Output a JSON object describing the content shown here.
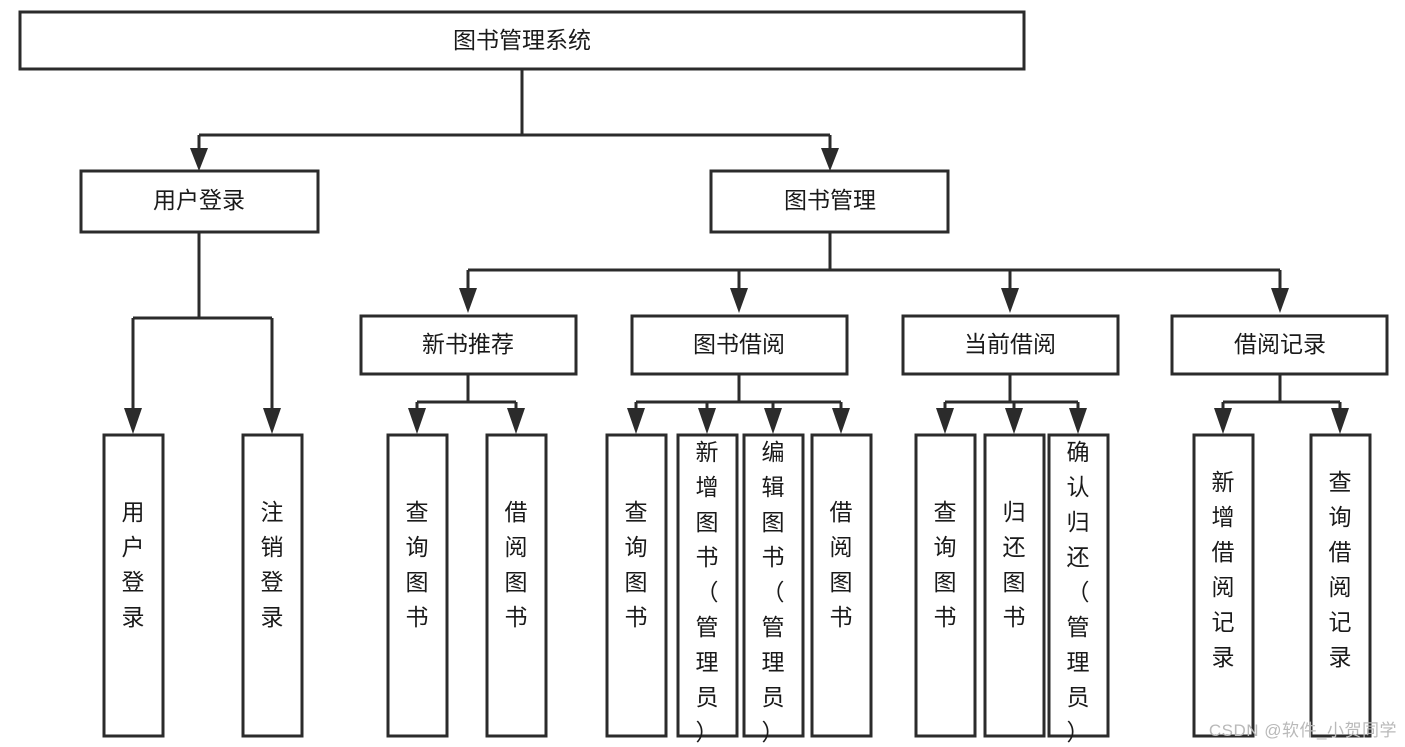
{
  "diagram": {
    "title": "图书管理系统",
    "type": "tree",
    "orientation": "top-down",
    "colors": {
      "background": "#ffffff",
      "box_fill": "#ffffff",
      "box_stroke": "#2b2b2b",
      "text": "#1a1a1a",
      "connector": "#2b2b2b",
      "watermark": "#b9b9b9"
    },
    "root": {
      "id": "root",
      "label": "图书管理系统"
    },
    "level2": [
      {
        "id": "user-login",
        "label": "用户登录"
      },
      {
        "id": "book-manage",
        "label": "图书管理"
      }
    ],
    "level3": [
      {
        "id": "new-book-recommend",
        "label": "新书推荐",
        "parent": "book-manage"
      },
      {
        "id": "book-borrow",
        "label": "图书借阅",
        "parent": "book-manage"
      },
      {
        "id": "current-borrow",
        "label": "当前借阅",
        "parent": "book-manage"
      },
      {
        "id": "borrow-record",
        "label": "借阅记录",
        "parent": "book-manage"
      }
    ],
    "leaves": [
      {
        "id": "leaf-user-login",
        "label": "用户登录",
        "parent": "user-login"
      },
      {
        "id": "leaf-user-logout",
        "label": "注销登录",
        "parent": "user-login"
      },
      {
        "id": "leaf-query-book-1",
        "label": "查询图书",
        "parent": "new-book-recommend"
      },
      {
        "id": "leaf-borrow-book-1",
        "label": "借阅图书",
        "parent": "new-book-recommend"
      },
      {
        "id": "leaf-query-book-2",
        "label": "查询图书",
        "parent": "book-borrow"
      },
      {
        "id": "leaf-add-book",
        "label": "新增图书（管理员）",
        "parent": "book-borrow"
      },
      {
        "id": "leaf-edit-book",
        "label": "编辑图书（管理员）",
        "parent": "book-borrow"
      },
      {
        "id": "leaf-borrow-book-2",
        "label": "借阅图书",
        "parent": "book-borrow"
      },
      {
        "id": "leaf-query-book-3",
        "label": "查询图书",
        "parent": "current-borrow"
      },
      {
        "id": "leaf-return-book",
        "label": "归还图书",
        "parent": "current-borrow"
      },
      {
        "id": "leaf-confirm-return",
        "label": "确认归还（管理员）",
        "parent": "current-borrow"
      },
      {
        "id": "leaf-add-record",
        "label": "新增借阅记录",
        "parent": "borrow-record"
      },
      {
        "id": "leaf-query-record",
        "label": "查询借阅记录",
        "parent": "borrow-record"
      }
    ]
  },
  "watermark": {
    "text": "CSDN @软件_小贺同学"
  }
}
